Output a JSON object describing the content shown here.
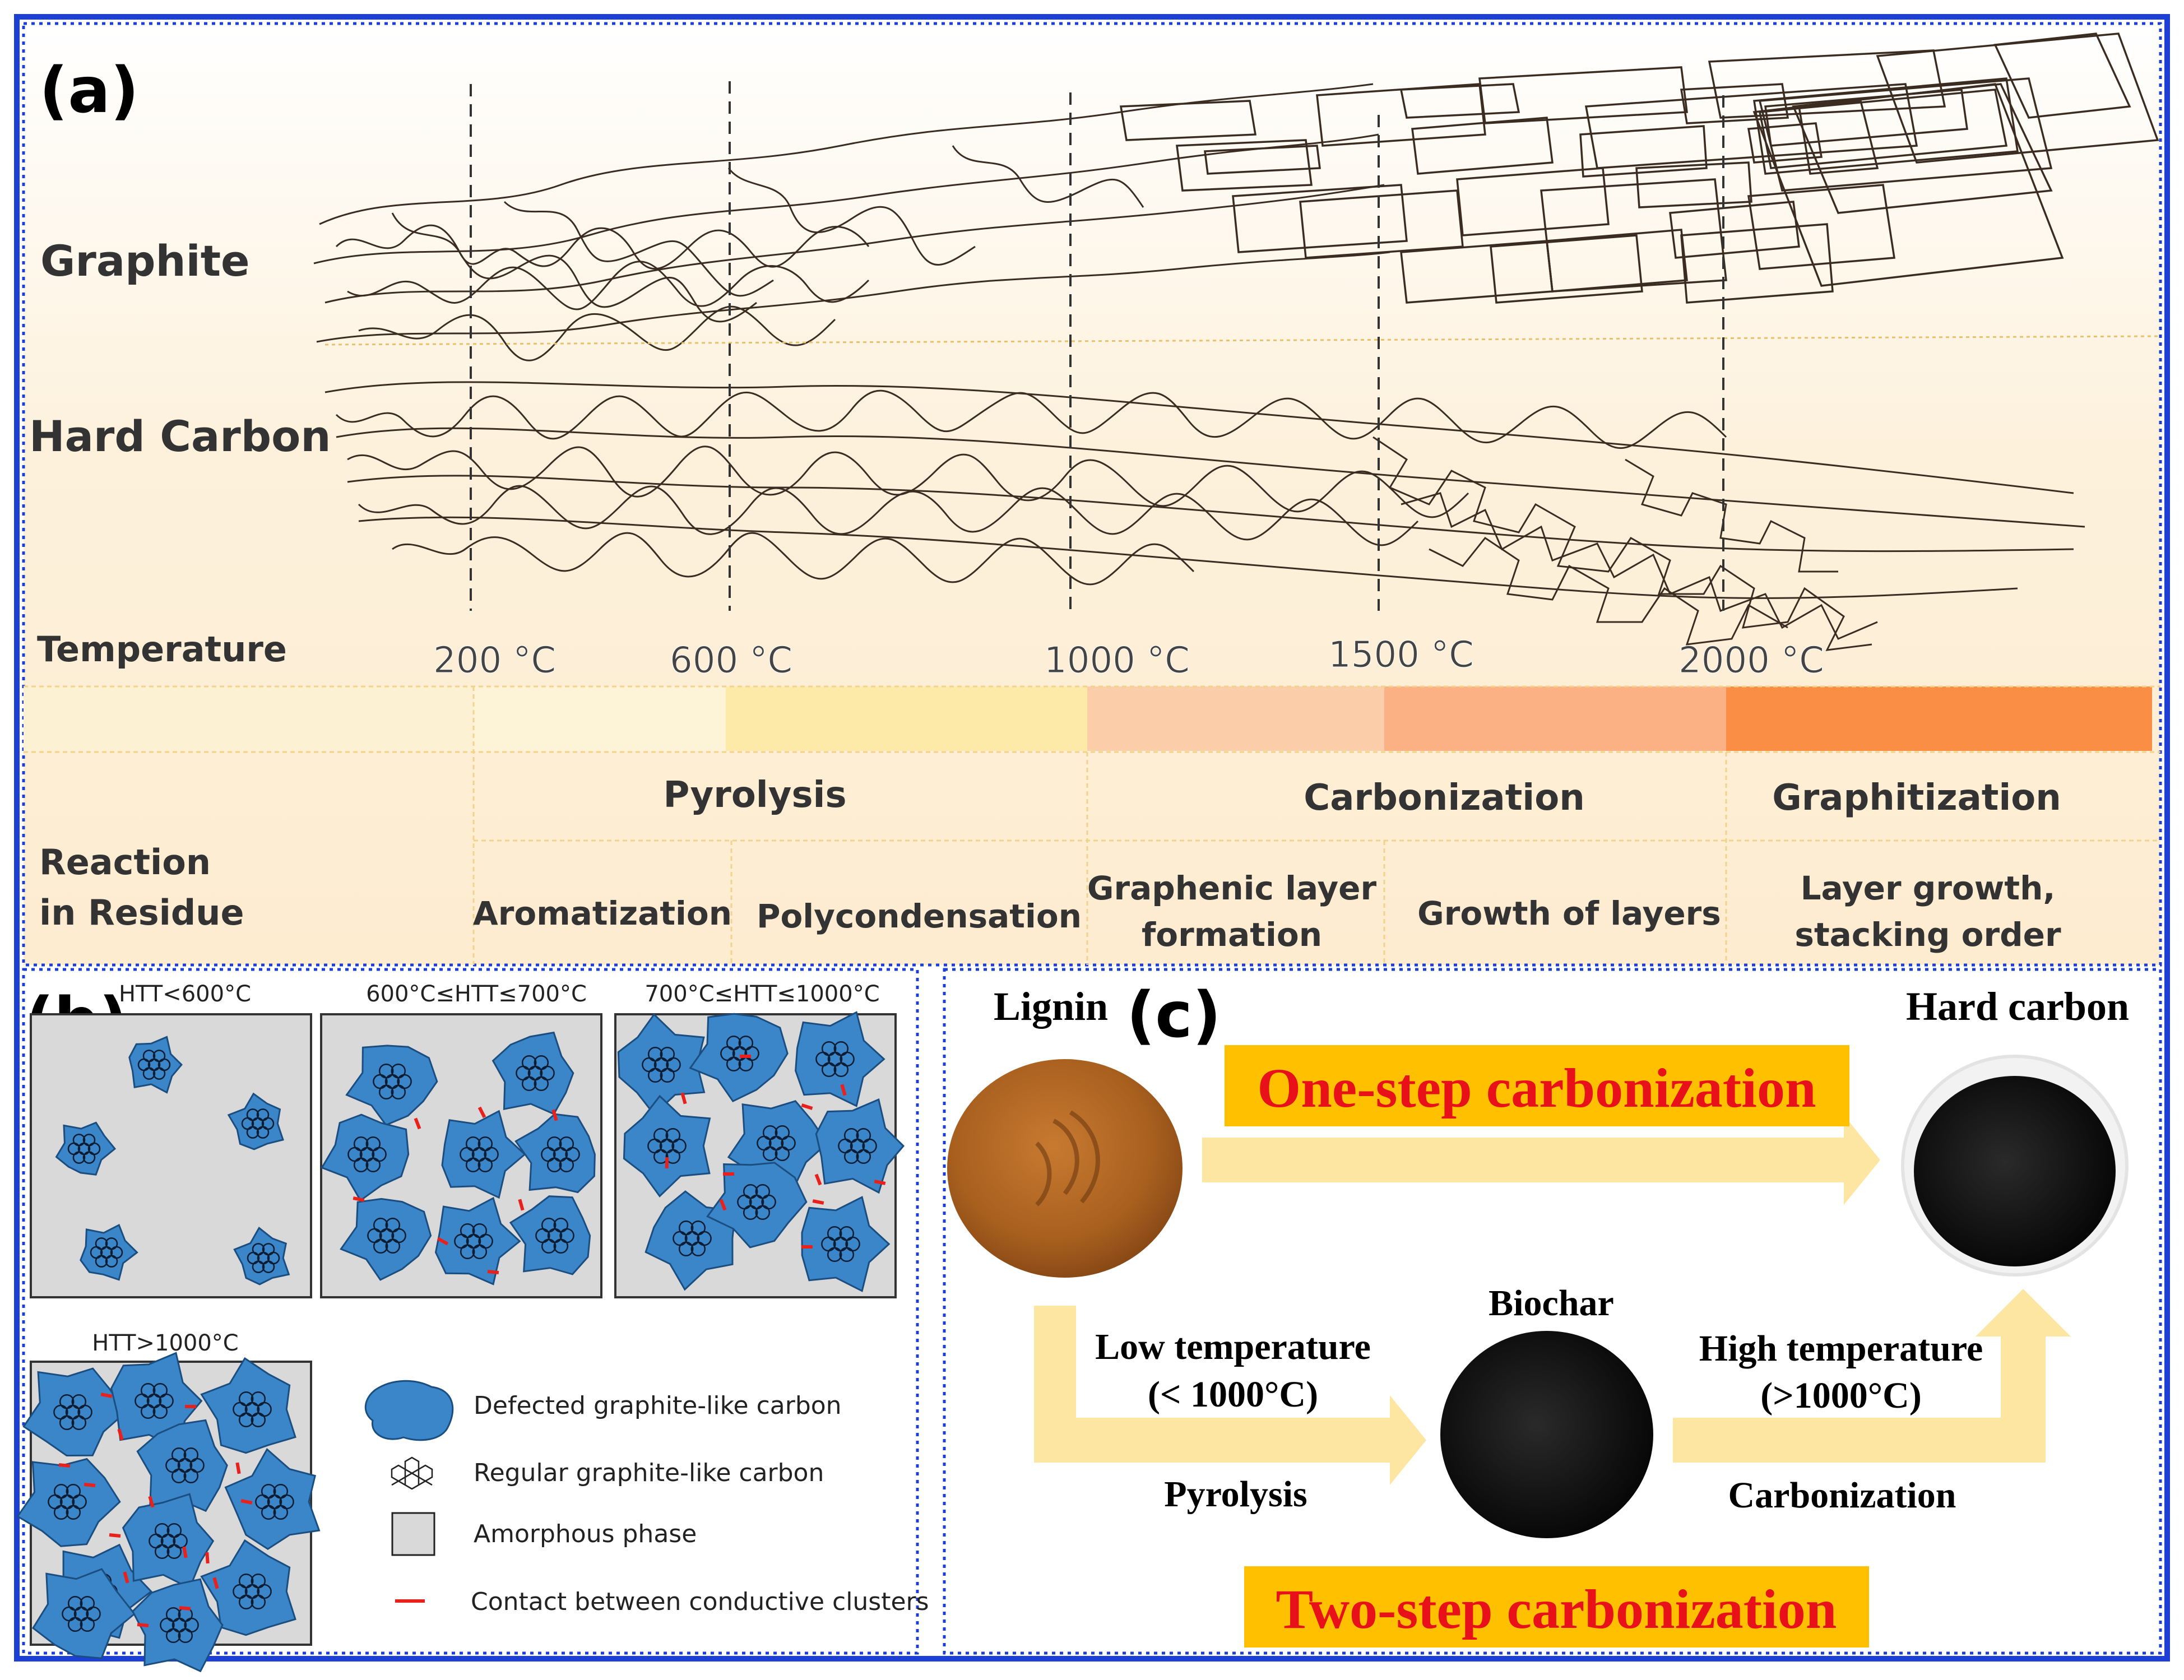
{
  "panel_a": {
    "label": "(a)",
    "row_graphite": "Graphite",
    "row_hard_carbon": "Hard Carbon",
    "row_temperature": "Temperature",
    "row_reaction_line1": "Reaction",
    "row_reaction_line2": "in Residue",
    "temperatures": [
      "200 °C",
      "600 °C",
      "1000 °C",
      "1500 °C",
      "2000 °C"
    ],
    "band_colors": [
      "#fdf3d6",
      "#fde9a8",
      "#fbcda9",
      "#fbb183",
      "#fb8e45"
    ],
    "stages": [
      "Pyrolysis",
      "Carbonization",
      "Graphitization"
    ],
    "steps": {
      "aromatization": "Aromatization",
      "polycondensation": "Polycondensation",
      "graphenic_line1": "Graphenic layer",
      "graphenic_line2": "formation",
      "growth": "Growth of layers",
      "layer_growth_line1": "Layer growth,",
      "layer_growth_line2": "stacking order"
    }
  },
  "panel_b": {
    "label": "(b)",
    "box_titles": [
      "HTT<600°C",
      "600°C≤HTT≤700°C",
      "700°C≤HTT≤1000°C",
      "HTT>1000°C"
    ],
    "legend": {
      "defected": "Defected graphite-like carbon",
      "regular": "Regular graphite-like carbon",
      "amorphous": "Amorphous phase",
      "contact": "Contact between conductive clusters"
    },
    "colors": {
      "cluster": "#3a86c8",
      "amorphous": "#d9d9d9",
      "contact": "#e8211d"
    }
  },
  "panel_c": {
    "label": "(c)",
    "lignin": "Lignin",
    "hard_carbon": "Hard carbon",
    "biochar": "Biochar",
    "one_step": "One-step carbonization",
    "two_step": "Two-step carbonization",
    "low_temp_line1": "Low temperature",
    "low_temp_line2": "(< 1000°C)",
    "pyrolysis": "Pyrolysis",
    "high_temp_line1": "High temperature",
    "high_temp_line2": "(>1000°C)",
    "carbonization": "Carbonization",
    "colors": {
      "banner": "#ffc000",
      "banner_text": "#e8111a",
      "arrow": "#fde6a2"
    }
  }
}
